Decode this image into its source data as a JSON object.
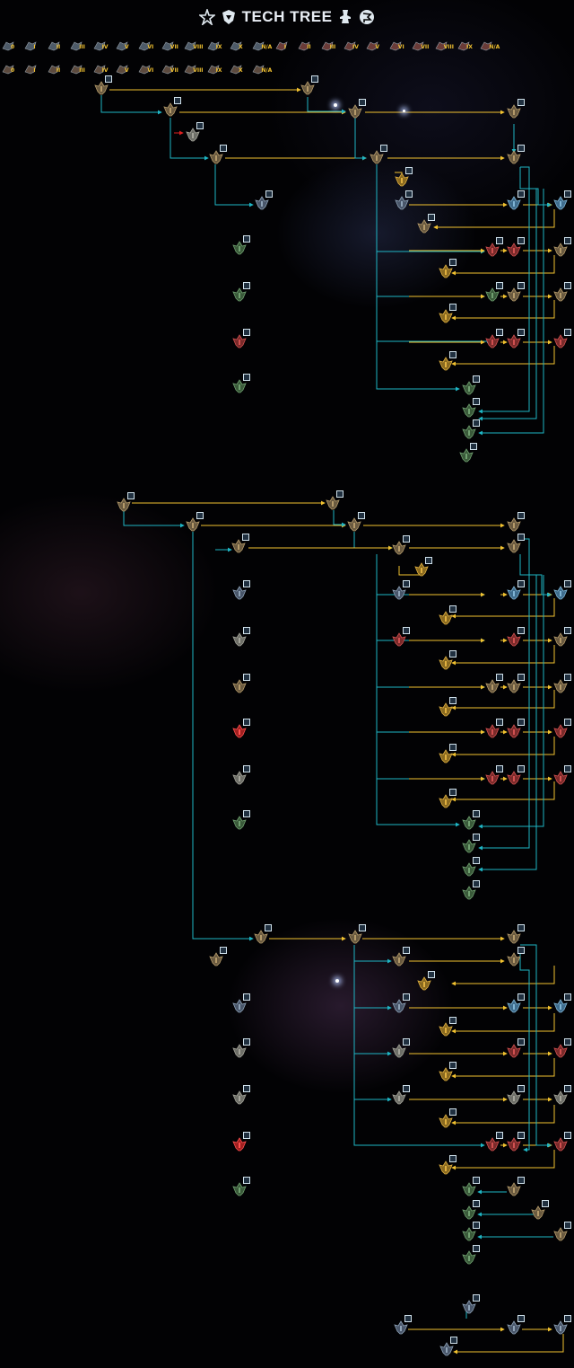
{
  "header": {
    "title": "TECH TREE",
    "icons": [
      "faction-emblem-icon",
      "helmet-emblem-icon",
      "anvil-icon",
      "flag-badge-icon"
    ]
  },
  "colors": {
    "tech_link": "#f2c230",
    "upgrade_link": "#1fb5c4",
    "arrow_red": "#e02020",
    "label_gold": "#f2c230",
    "title": "#e9eef5"
  },
  "tier_selector": {
    "row1": [
      "0",
      "I",
      "II",
      "III",
      "IV",
      "V",
      "VI",
      "VII",
      "VIII",
      "IX",
      "X",
      "N/A",
      "I",
      "II",
      "III",
      "IV",
      "V",
      "VI",
      "VII",
      "VIII",
      "IX",
      "N/A"
    ],
    "row2": [
      "0",
      "I",
      "II",
      "III",
      "IV",
      "V",
      "VI",
      "VII",
      "VIII",
      "IX",
      "X",
      "N/A"
    ]
  }
}
